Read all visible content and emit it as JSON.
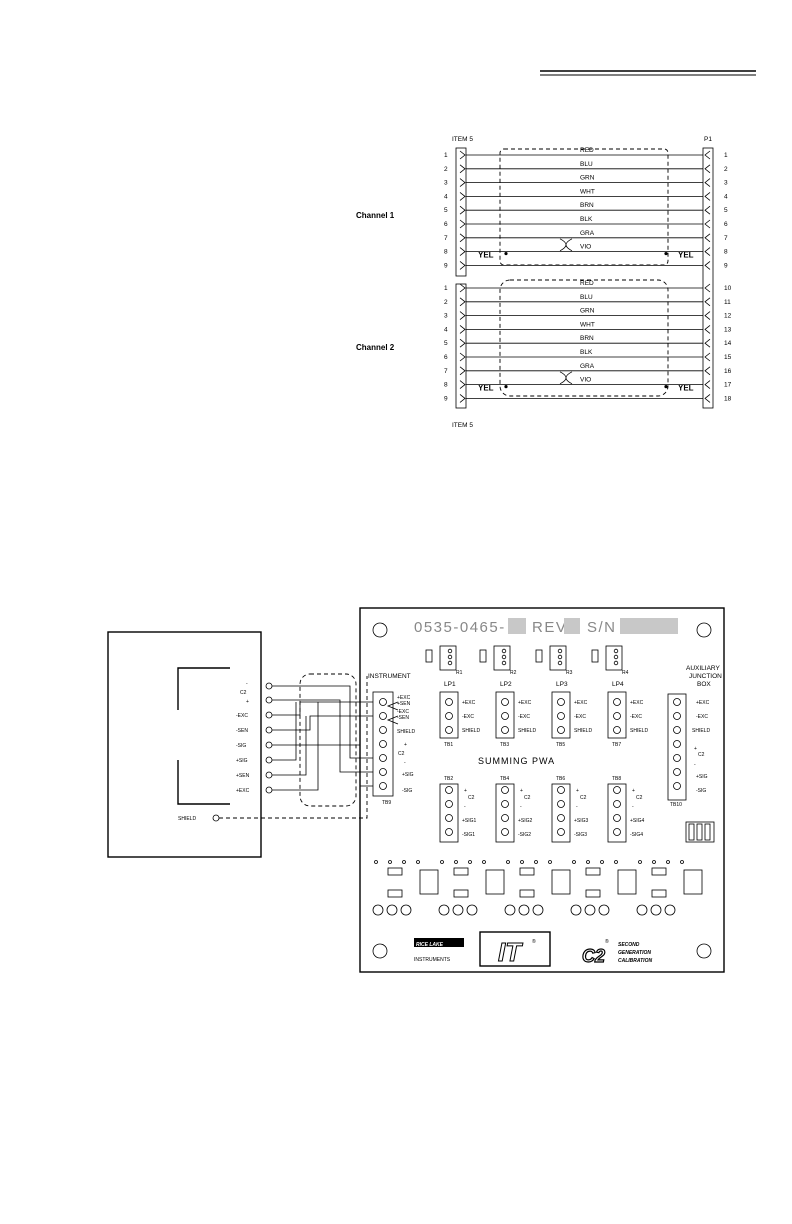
{
  "cable": {
    "item_top": "ITEM 5",
    "item_bottom": "ITEM 5",
    "p1": "P1",
    "channel1": "Channel 1",
    "channel2": "Channel 2",
    "pins_left": [
      "1",
      "2",
      "3",
      "4",
      "5",
      "6",
      "7",
      "8",
      "9"
    ],
    "colors": [
      "RED",
      "BLU",
      "GRN",
      "WHT",
      "BRN",
      "BLK",
      "GRA",
      "VIO"
    ],
    "yel": "YEL",
    "p1_pins_ch1": [
      "1",
      "2",
      "3",
      "4",
      "5",
      "6",
      "7",
      "8",
      "9"
    ],
    "p1_pins_ch2": [
      "10",
      "11",
      "12",
      "13",
      "14",
      "15",
      "16",
      "17",
      "18"
    ]
  },
  "instrument": {
    "labels": [
      "C2",
      "-EXC",
      "-SEN",
      "-SIG",
      "+SIG",
      "+SEN",
      "+EXC"
    ],
    "plus": "+",
    "minus": "-",
    "shield": "SHIELD"
  },
  "board": {
    "part_number": "0535-0465-",
    "rev": "REV",
    "sn": "S/N",
    "instrument_label": "INSTRUMENT",
    "tb9_labels": [
      "+EXC",
      "+SEN",
      "-EXC",
      "-SEN",
      "SHIELD",
      "C2",
      "+SIG",
      "-SIG"
    ],
    "tb9": "TB9",
    "plus": "+",
    "minus": "-",
    "resistors": [
      "R1",
      "R2",
      "R3",
      "R4"
    ],
    "lp": [
      "LP1",
      "LP2",
      "LP3",
      "LP4"
    ],
    "top_tb": [
      "TB1",
      "TB3",
      "TB5",
      "TB7"
    ],
    "top_tb_labels": [
      "+EXC",
      "-EXC",
      "SHIELD"
    ],
    "bottom_tb": [
      "TB2",
      "TB4",
      "TB6",
      "TB8"
    ],
    "c2": "C2",
    "sig_plus": [
      "+SIG1",
      "+SIG2",
      "+SIG3",
      "+SIG4"
    ],
    "sig_minus": [
      "-SIG1",
      "-SIG2",
      "-SIG3",
      "-SIG4"
    ],
    "aux_title": [
      "AUXILIARY",
      "JUNCTION",
      "BOX"
    ],
    "aux_labels": [
      "+EXC",
      "-EXC",
      "SHIELD",
      "C2",
      "+SIG",
      "-SIG"
    ],
    "tb10": "TB10",
    "summing": "SUMMING PWA",
    "logo_rice": "RICE LAKE",
    "logo_instruments": "INSTRUMENTS",
    "logo_it": "IT",
    "logo_reg": "®",
    "logo_c2": "C2",
    "logo_c2_lines": [
      "SECOND",
      "GENERATION",
      "CALIBRATION"
    ]
  }
}
